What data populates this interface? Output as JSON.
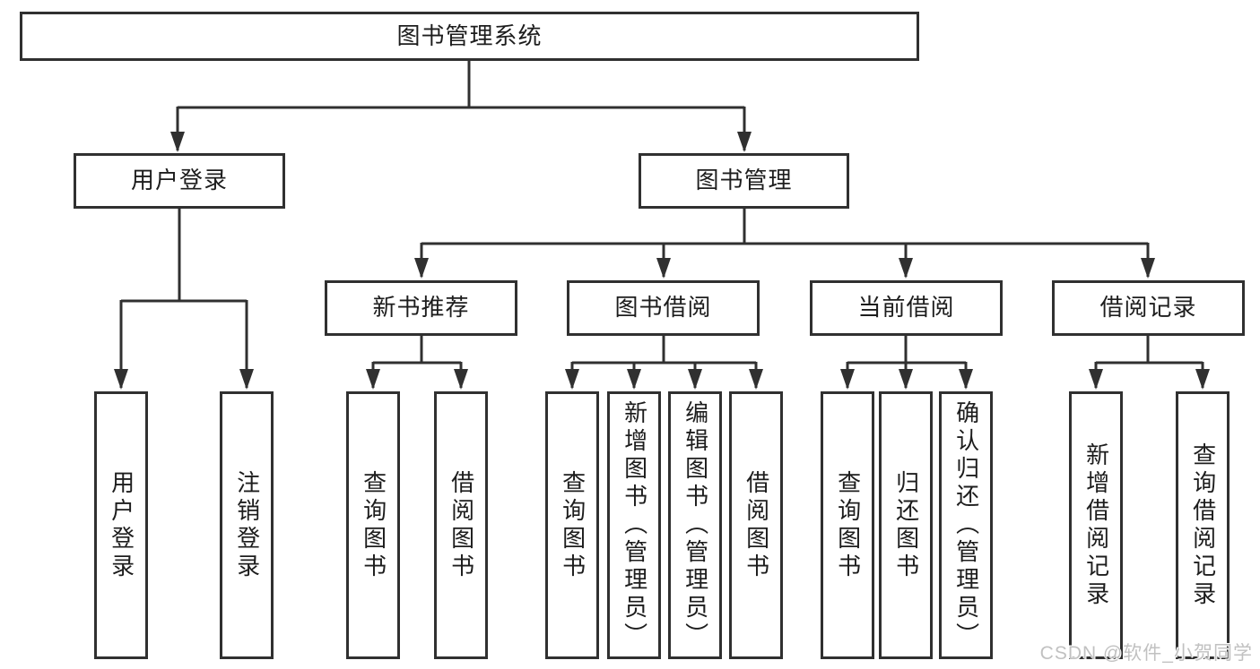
{
  "tree": {
    "root": "图书管理系统",
    "login": {
      "label": "用户登录",
      "children": [
        "用户登录",
        "注销登录"
      ]
    },
    "manage": {
      "label": "图书管理",
      "sections": [
        {
          "label": "新书推荐",
          "children": [
            "查询图书",
            "借阅图书"
          ]
        },
        {
          "label": "图书借阅",
          "children": [
            "查询图书",
            "新增图书（管理员）",
            "编辑图书（管理员）",
            "借阅图书"
          ]
        },
        {
          "label": "当前借阅",
          "children": [
            "查询图书",
            "归还图书",
            "确认归还（管理员）"
          ]
        },
        {
          "label": "借阅记录",
          "children": [
            "新增借阅记录",
            "查询借阅记录"
          ]
        }
      ]
    }
  },
  "watermark": {
    "text": "CSDN @软件_小贺同学"
  },
  "colors": {
    "line": "#303030",
    "box_border": "#303030",
    "text": "#1d1d1d",
    "watermark": "#c1c1c1",
    "background": "#ffffff"
  }
}
